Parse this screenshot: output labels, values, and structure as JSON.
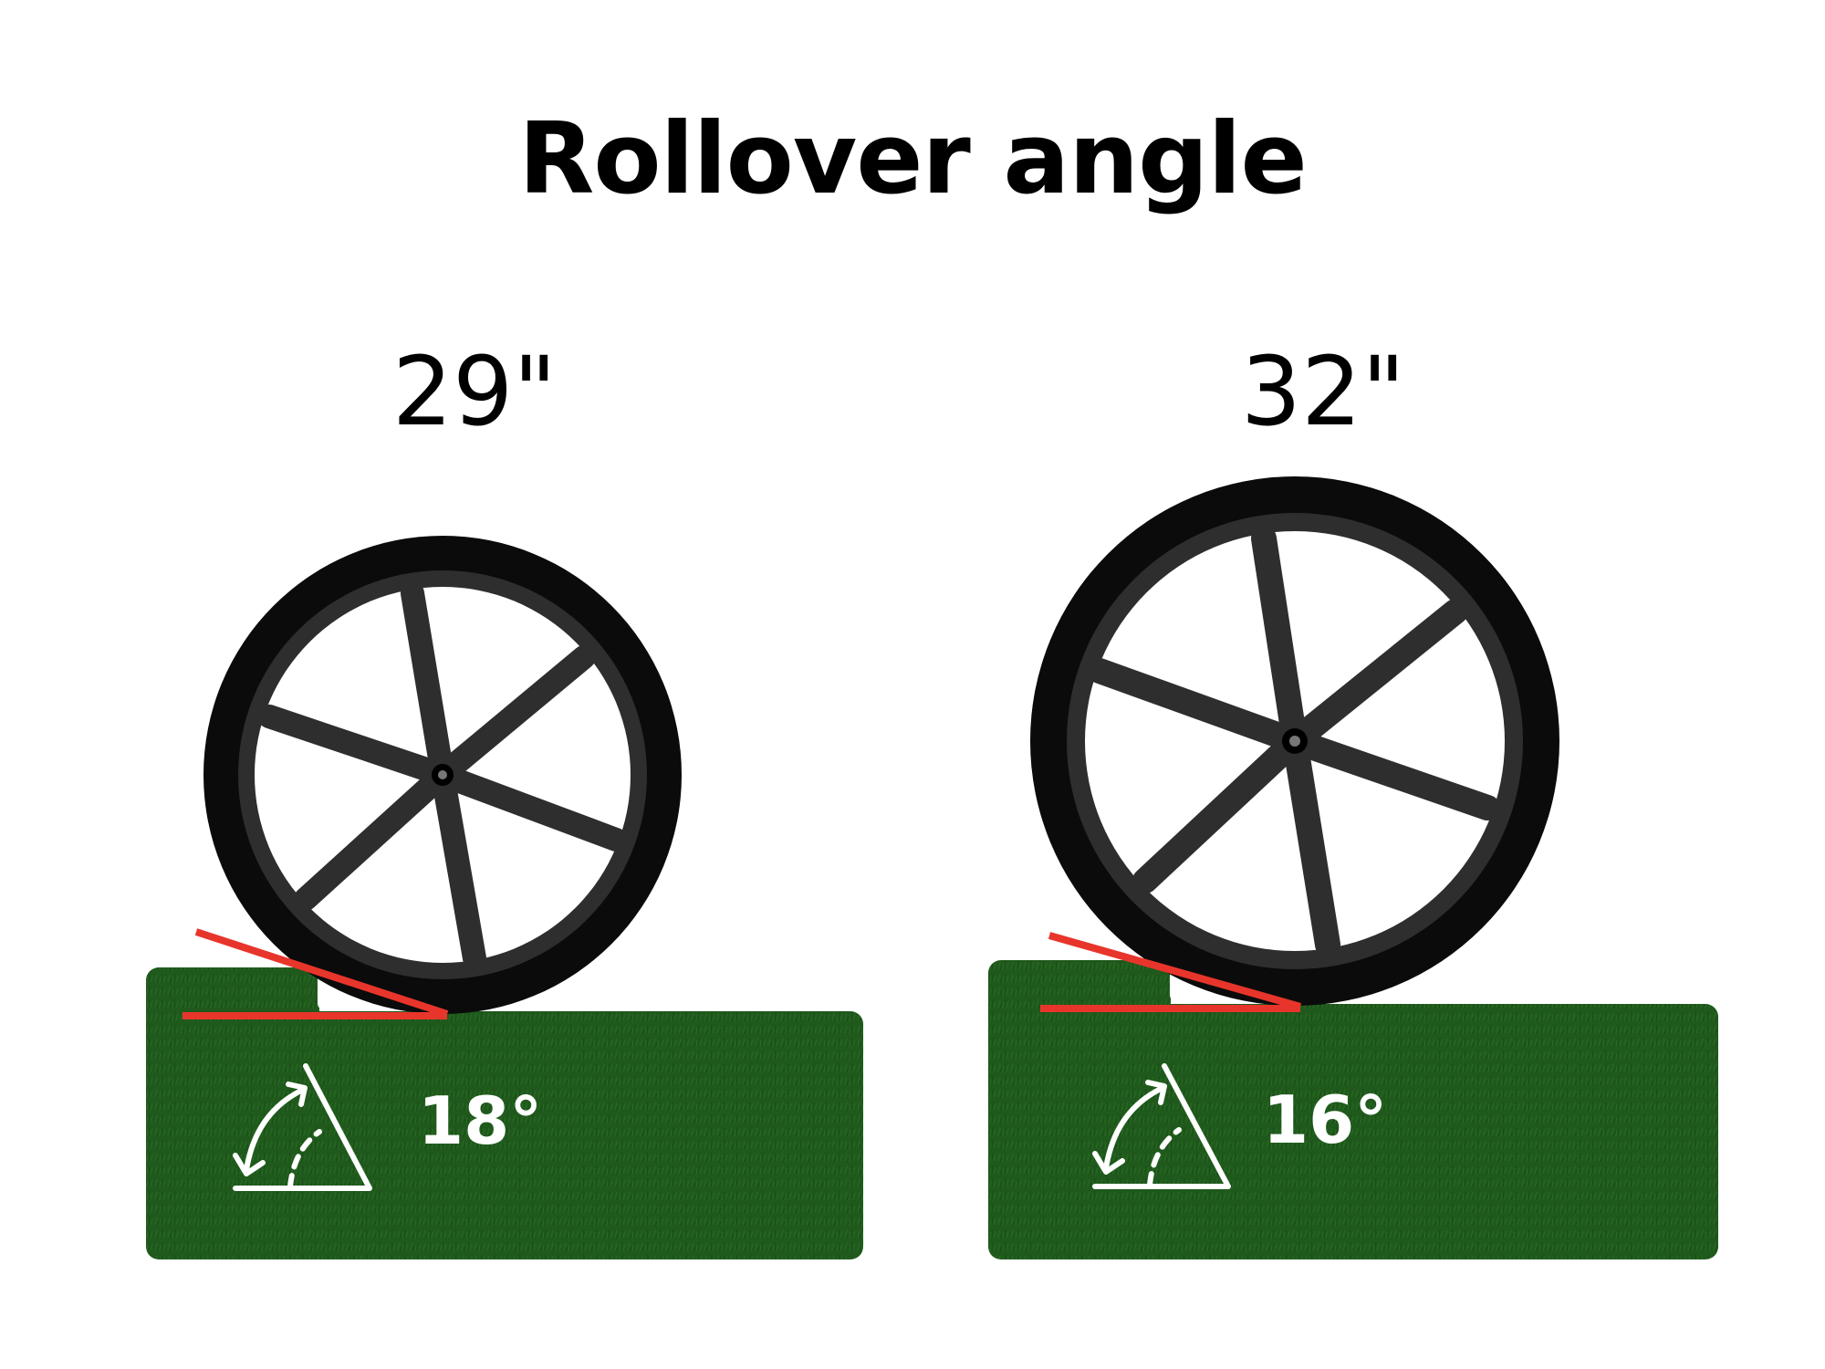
{
  "title": "Rollover angle",
  "panels": [
    {
      "size_label": "29\"",
      "angle_label": "18°",
      "angle_deg": 18,
      "icon": "angle-triangle-icon"
    },
    {
      "size_label": "32\"",
      "angle_label": "16°",
      "angle_deg": 16,
      "icon": "angle-triangle-icon"
    }
  ],
  "colors": {
    "grass": "#1f5a1c",
    "grass_dark": "#174816",
    "tire": "#0b0b0b",
    "rim": "#2e2e2e",
    "angle_line": "#e8352b",
    "icon": "#ffffff"
  }
}
